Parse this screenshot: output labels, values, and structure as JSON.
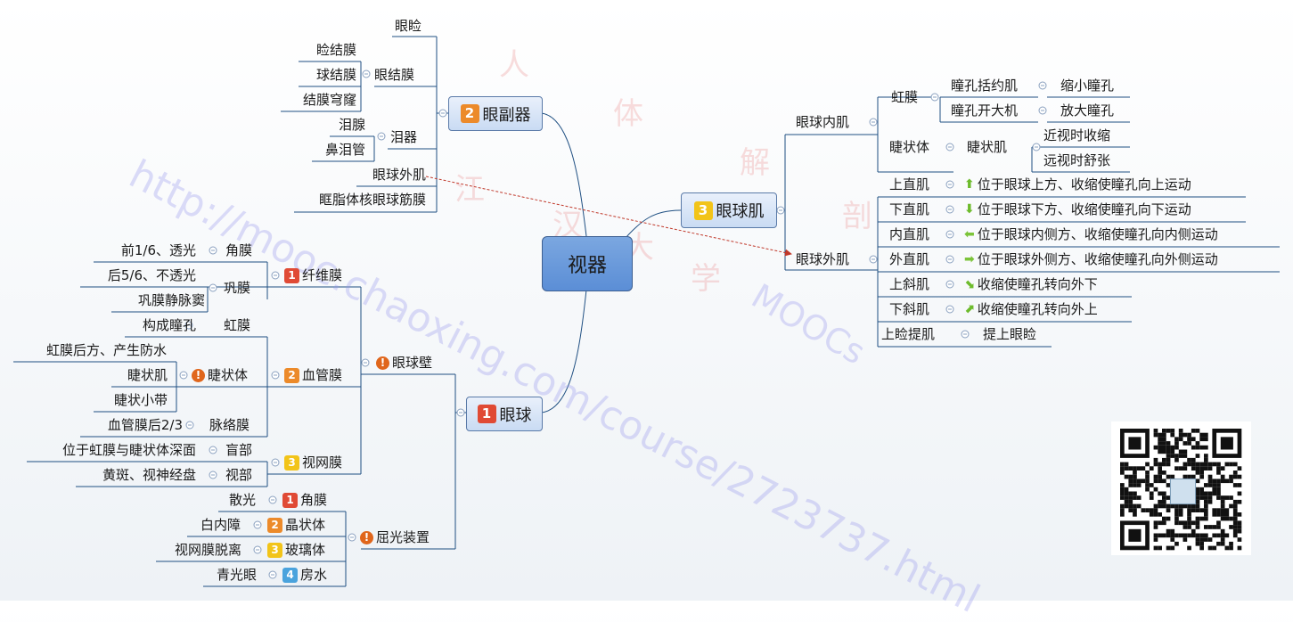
{
  "center": "视器",
  "b2": {
    "num": "2",
    "label": "眼副器"
  },
  "b3": {
    "num": "3",
    "label": "眼球肌"
  },
  "b1": {
    "num": "1",
    "label": "眼球"
  },
  "fu": {
    "yanjian": "眼睑",
    "yanjiemo": "眼结膜",
    "jianjiemo": "睑结膜",
    "qiujiemo": "球结膜",
    "jiemoqiong": "结膜穹窿",
    "leiqi": "泪器",
    "leixian": "泪腺",
    "biteiguan": "鼻泪管",
    "waiji": "眼球外肌",
    "kuangzhi": "眶脂体核眼球筋膜"
  },
  "nei": {
    "label": "眼球内肌",
    "hongmo": "虹膜",
    "kuoyueji": "瞳孔括约肌",
    "suoxiao": "缩小瞳孔",
    "kaidaji": "瞳孔开大机",
    "fangda": "放大瞳孔",
    "jiezhuangti": "睫状体",
    "jiezhuangji": "睫状肌",
    "jinshi": "近视时收缩",
    "yuanshi": "远视时舒张"
  },
  "wai": {
    "label": "眼球外肌",
    "muscles": [
      {
        "name": "上直肌",
        "arrow": "up",
        "desc": "位于眼球上方、收缩使瞳孔向上运动"
      },
      {
        "name": "下直肌",
        "arrow": "down",
        "desc": "位于眼球下方、收缩使瞳孔向下运动"
      },
      {
        "name": "内直肌",
        "arrow": "left",
        "desc": "位于眼球内侧方、收缩使瞳孔向内侧运动"
      },
      {
        "name": "外直肌",
        "arrow": "right",
        "desc": "位于眼球外侧方、收缩使瞳孔向外侧运动"
      },
      {
        "name": "上斜肌",
        "arrow": "diag-down",
        "desc": "收缩使瞳孔转向外下"
      },
      {
        "name": "下斜肌",
        "arrow": "diag-up",
        "desc": "收缩使瞳孔转向外上"
      }
    ],
    "tijianji": "上睑提肌",
    "tijian": "提上眼睑"
  },
  "qiu": {
    "biwall": "眼球壁",
    "xianweimo": "纤维膜",
    "jiaomo": "角膜",
    "jiaomo_desc": "前1/6、透光",
    "gongmo": "巩膜",
    "gongmo_desc": "后5/6、不透光",
    "gongmodou": "巩膜静脉窦",
    "xueguanmo": "血管膜",
    "hongmo": "虹膜",
    "hongmo_desc": "构成瞳孔",
    "jiezhuangti": "睫状体",
    "jzt_desc": "虹膜后方、产生防水",
    "jiezhuangji": "睫状肌",
    "jiezhuangdai": "睫状小带",
    "luoluomo": "脉络膜",
    "luoluomo_desc": "血管膜后2/3",
    "shiwangmo": "视网膜",
    "mangbu": "盲部",
    "mangbu_desc": "位于虹膜与睫状体深面",
    "shibu": "视部",
    "shibu_desc": "黄斑、视神经盘",
    "quguang": "屈光装置",
    "jiaomo2": "角膜",
    "sanguang": "散光",
    "jingzhuangti": "晶状体",
    "baineizhang": "白内障",
    "boliti": "玻璃体",
    "tuoli": "视网膜脱离",
    "fangshui": "房水",
    "qingguang": "青光眼"
  },
  "watermark": {
    "url": "http://mooc.chaoxing.com/course/2723737.html",
    "c1": "人",
    "c2": "体",
    "c3": "解",
    "c4": "剖",
    "c5": "江",
    "c6": "汉",
    "c7": "大",
    "c8": "学",
    "mooc": "MOOCs"
  },
  "colors": {
    "accent": "#5b8ed6",
    "line": "#1f4f82",
    "dashed": "#c0392b"
  }
}
